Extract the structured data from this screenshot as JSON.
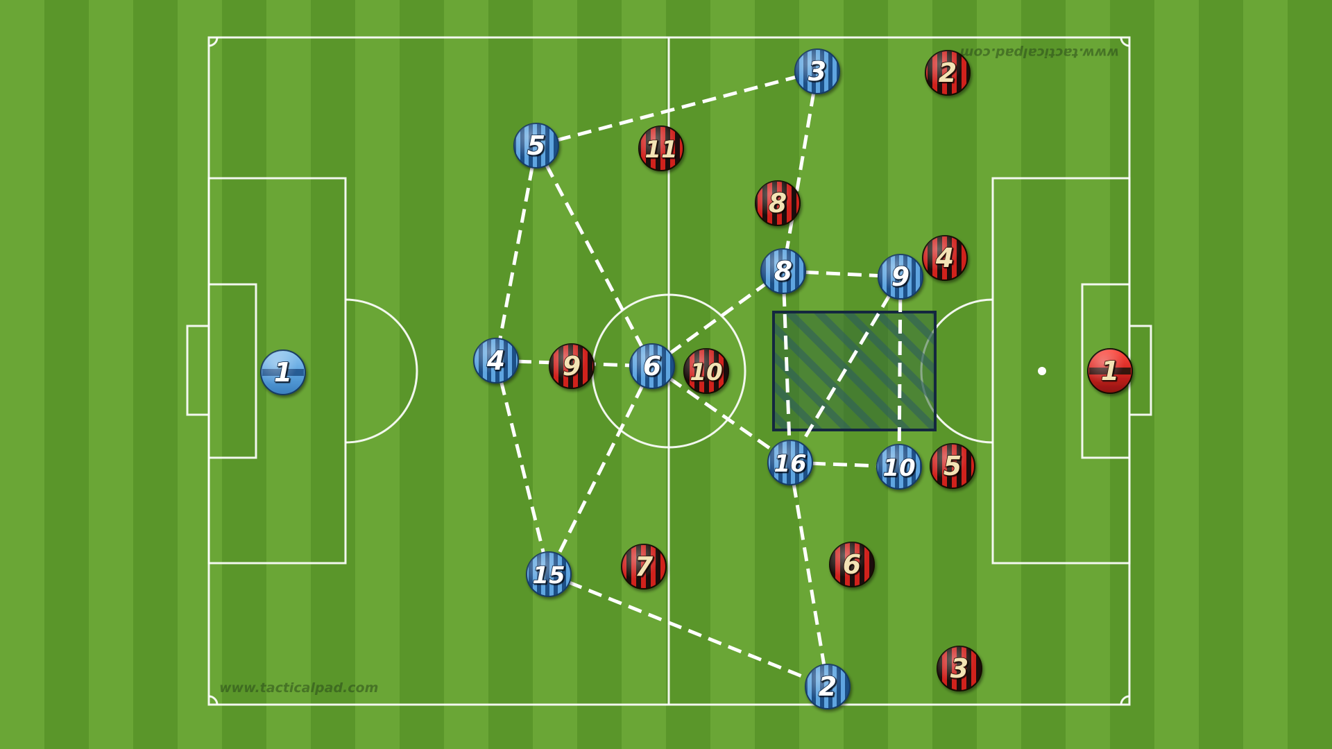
{
  "watermarks": {
    "bottom_left": "www.tacticalpad.com",
    "top_right": "www.tacticalpad.com"
  },
  "colors": {
    "grass_light": "#6aa636",
    "grass_dark": "#5a962a",
    "blue_team_light": "#5ea5e0",
    "blue_team_dark": "#1f4f86",
    "red_team": "#d0231f",
    "red_team_dark": "#1b0f0c",
    "red_number": "#f3e3b5",
    "blue_number": "#ffffff",
    "zone_outline": "#14273f"
  },
  "teams": [
    {
      "name": "",
      "players": [
        {
          "number": "1"
        },
        {
          "number": "2"
        },
        {
          "number": "3"
        },
        {
          "number": "4"
        },
        {
          "number": "5"
        },
        {
          "number": "6"
        },
        {
          "number": "8"
        },
        {
          "number": "9"
        },
        {
          "number": "10"
        },
        {
          "number": "15"
        },
        {
          "number": "16"
        }
      ]
    },
    {
      "name": "",
      "players": [
        {
          "number": "1"
        },
        {
          "number": "2"
        },
        {
          "number": "3"
        },
        {
          "number": "4"
        },
        {
          "number": "5"
        },
        {
          "number": "6"
        },
        {
          "number": "7"
        },
        {
          "number": "8"
        },
        {
          "number": "9"
        },
        {
          "number": "10"
        },
        {
          "number": "11"
        }
      ]
    }
  ]
}
